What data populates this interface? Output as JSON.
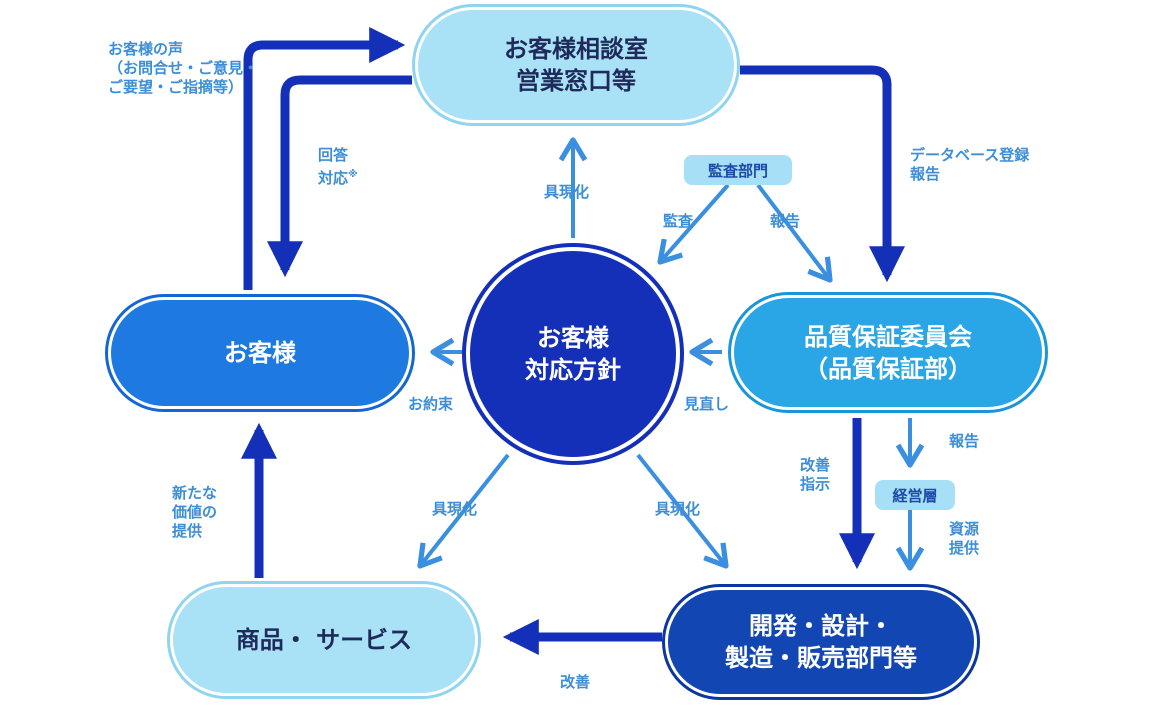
{
  "nodes": {
    "consultation": {
      "line1": "お客様相談室",
      "line2": "営業窓口等"
    },
    "customer": {
      "label": "お客様"
    },
    "policy": {
      "line1": "お客様",
      "line2": "対応方針"
    },
    "quality": {
      "line1": "品質保証委員会",
      "line2": "（品質保証部）"
    },
    "products": {
      "label": "商品・ サービス"
    },
    "development": {
      "line1": "開発・設計・",
      "line2": "製造・販売部門等"
    }
  },
  "tags": {
    "audit_dept": "監査部門",
    "management": "経営層"
  },
  "labels": {
    "customer_voice": [
      "お客様の声",
      "（お問合せ・ご意見・",
      "ご要望・ご指摘等）"
    ],
    "reply": {
      "line1": "回答",
      "line2": "対応",
      "mark": "※"
    },
    "embody_top": "具現化",
    "audit": "監査",
    "report_audit": "報告",
    "database": {
      "line1": "データベース登録",
      "line2": "報告"
    },
    "promise": "お約束",
    "review": "見直し",
    "report_mgmt": "報告",
    "improve_instruct": {
      "line1": "改善",
      "line2": "指示"
    },
    "resources": {
      "line1": "資源",
      "line2": "提供"
    },
    "embody_left": "具現化",
    "embody_right": "具現化",
    "new_value": [
      "新たな",
      "価値の",
      "提供"
    ],
    "improve": "改善"
  },
  "colors": {
    "dark_arrow": "#1530b8",
    "light_arrow": "#3a8fe0"
  }
}
